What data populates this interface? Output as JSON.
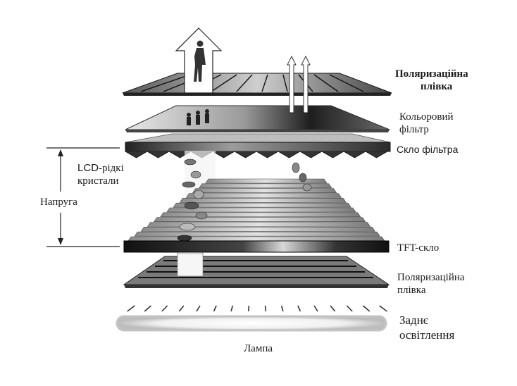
{
  "labels": {
    "polarizer_top": [
      "Поляризаційна",
      "плівка"
    ],
    "color_filter": [
      "Кольоровий",
      "фільтр"
    ],
    "filter_glass": "Скло фільтра",
    "lcd_prefix": "LCD",
    "lcd_rest": "-рідкі",
    "lcd_second": "кристали",
    "voltage": "Напруга",
    "tft_glass": "TFT-скло",
    "polarizer_bottom": [
      "Поляризаційна",
      "плівка"
    ],
    "backlight": [
      "Заднє",
      "освітлення"
    ],
    "lamp": "Лампа"
  },
  "colors": {
    "ink": "#1a1a1a",
    "dark_layer": "#2a2a2a",
    "mid_layer": "#7a7a7a",
    "light_layer": "#d8d8d8"
  }
}
